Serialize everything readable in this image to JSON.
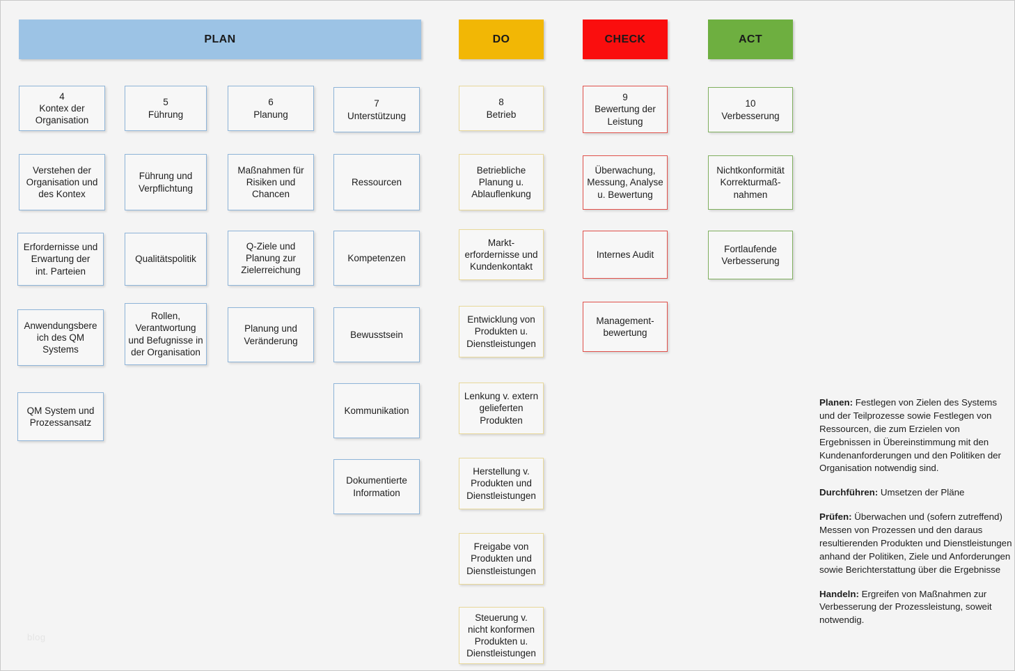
{
  "diagram": {
    "title": "PDCA / ISO 9001 Kapitelstruktur",
    "background_color": "#F4F4F4",
    "watermark": "blog"
  },
  "phases": [
    {
      "key": "plan",
      "label": "PLAN",
      "color": "#9CC3E5",
      "border_color": "#8EB4D8"
    },
    {
      "key": "do",
      "label": "DO",
      "color": "#F2B705",
      "border_color": "#E8D89A"
    },
    {
      "key": "check",
      "label": "CHECK",
      "color": "#FA0E0E",
      "border_color": "#E0504A"
    },
    {
      "key": "act",
      "label": "ACT",
      "color": "#6EAF40",
      "border_color": "#7FAF5E"
    }
  ],
  "columns": {
    "plan_4": {
      "chapter_number": "4",
      "chapter_title": "Kontex der\nOrganisation",
      "items": [
        "Verstehen der\nOrganisation und\ndes Kontex",
        "Erfordernisse und\nErwartung der\nint. Parteien",
        "Anwendungsbere\nich des QM\nSystems",
        "QM System und\nProzessansatz"
      ]
    },
    "plan_5": {
      "chapter_number": "5",
      "chapter_title": "Führung",
      "items": [
        "Führung und\nVerpflichtung",
        "Qualitätspolitik",
        "Rollen,\nVerantwortung\nund Befugnisse in\nder Organisation"
      ]
    },
    "plan_6": {
      "chapter_number": "6",
      "chapter_title": "Planung",
      "items": [
        "Maßnahmen für\nRisiken und\nChancen",
        "Q-Ziele und\nPlanung zur\nZielerreichung",
        "Planung und\nVeränderung"
      ]
    },
    "plan_7": {
      "chapter_number": "7",
      "chapter_title": "Unterstützung",
      "items": [
        "Ressourcen",
        "Kompetenzen",
        "Bewusstsein",
        "Kommunikation",
        "Dokumentierte\nInformation"
      ]
    },
    "do_8": {
      "chapter_number": "8",
      "chapter_title": "Betrieb",
      "items": [
        "Betriebliche\nPlanung u.\nAblauflenkung",
        "Markt-\nerfordernisse und\nKundenkontakt",
        "Entwicklung von\nProdukten u.\nDienstleistungen",
        "Lenkung v. extern\ngelieferten\nProdukten",
        "Herstellung v.\nProdukten und\nDienstleistungen",
        "Freigabe von\nProdukten und\nDienstleistungen",
        "Steuerung v.\nnicht konformen\nProdukten u.\nDienstleistungen"
      ]
    },
    "check_9": {
      "chapter_number": "9",
      "chapter_title": "Bewertung der\nLeistung",
      "items": [
        "Überwachung,\nMessung, Analyse\nu. Bewertung",
        "Internes Audit",
        "Management-\nbewertung"
      ]
    },
    "act_10": {
      "chapter_number": "10",
      "chapter_title": "Verbesserung",
      "items": [
        "Nichtkonformität\nKorrekturmaß-\nnahmen",
        "Fortlaufende\nVerbesserung"
      ]
    }
  },
  "legend": [
    {
      "term": "Planen:",
      "text": " Festlegen von Zielen des Systems und der Teilprozesse sowie Festlegen von Ressourcen, die zum Erzielen von Ergebnissen in Übereinstimmung mit den Kundenanforderungen und den Politiken der Organisation notwendig sind."
    },
    {
      "term": "Durchführen:",
      "text": " Umsetzen der Pläne"
    },
    {
      "term": "Prüfen:",
      "text": " Überwachen und (sofern zutreffend) Messen von Prozessen und den daraus resultierenden Produkten und Dienstleistungen anhand der Politiken, Ziele und Anforderungen sowie Berichterstattung über die Ergebnisse"
    },
    {
      "term": "Handeln:",
      "text": " Ergreifen von Maßnahmen zur Verbesserung der Prozessleistung, soweit notwendig."
    }
  ]
}
